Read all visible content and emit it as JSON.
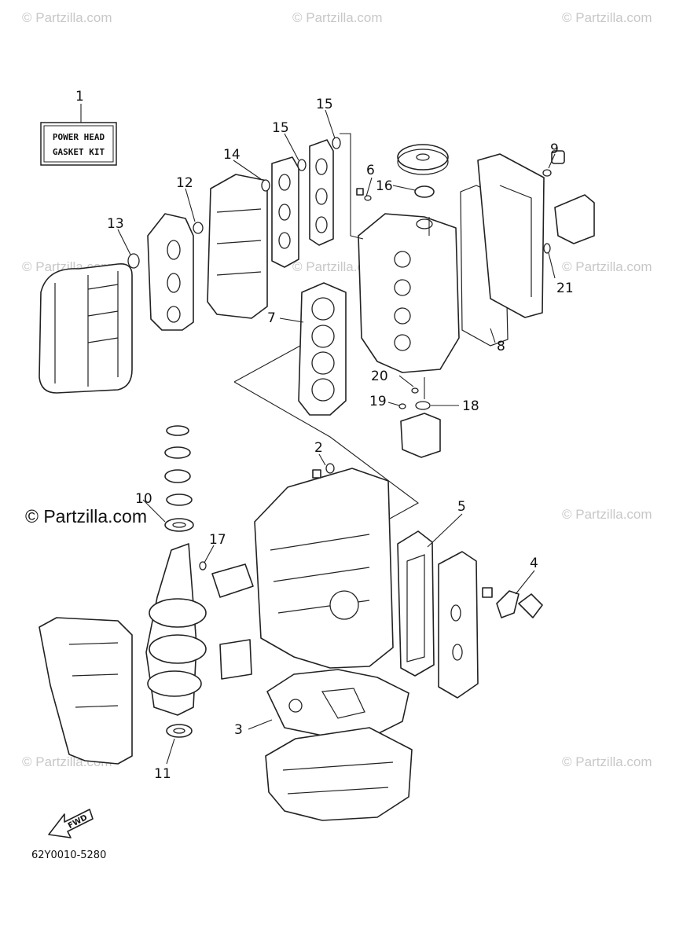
{
  "watermark": {
    "text": "© Partzilla.com",
    "main_text": "© Partzilla.com"
  },
  "kit_box": {
    "line1": "POWER HEAD",
    "line2": "GASKET KIT"
  },
  "fwd_label": "FWD",
  "diagram_code": "62Y0010-5280",
  "callouts": {
    "c1": "1",
    "c2": "2",
    "c3": "3",
    "c4": "4",
    "c5": "5",
    "c6": "6",
    "c7": "7",
    "c8": "8",
    "c9": "9",
    "c10": "10",
    "c11": "11",
    "c12": "12",
    "c13": "13",
    "c14": "14",
    "c15a": "15",
    "c15b": "15",
    "c16": "16",
    "c17": "17",
    "c18": "18",
    "c19": "19",
    "c20": "20",
    "c21": "21"
  }
}
